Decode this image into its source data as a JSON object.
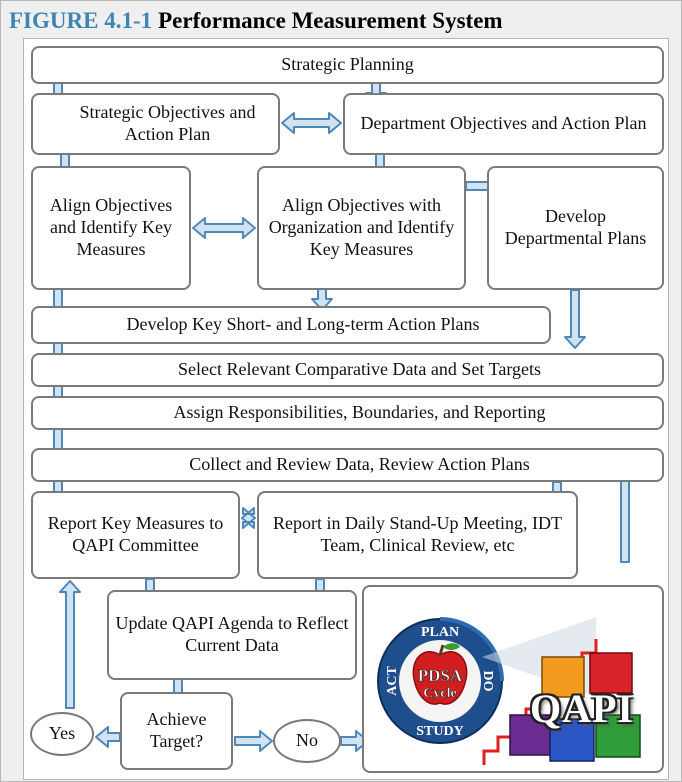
{
  "figure": {
    "label": "FIGURE 4.1-1",
    "title": "Performance Measurement System"
  },
  "nodes": {
    "strategic_planning": "Strategic Planning",
    "strategic_objectives": "Strategic Objectives and Action Plan",
    "department_objectives": "Department Objectives and Action Plan",
    "align_objectives": "Align Objectives and Identify Key Measures",
    "align_organization": "Align Objectives with Organization and Identify Key Measures",
    "develop_departmental": "Develop Departmental Plans",
    "develop_action_plans": "Develop Key Short- and Long-term Action Plans",
    "select_data": "Select Relevant Comparative Data and Set Targets",
    "assign_responsibilities": "Assign Responsibilities, Boundaries, and Reporting",
    "collect_review": "Collect and Review Data, Review Action Plans",
    "report_qapi": "Report Key Measures to QAPI Committee",
    "report_standup": "Report in Daily Stand-Up Meeting, IDT Team, Clinical Review, etc",
    "update_agenda": "Update QAPI Agenda to Reflect Current Data",
    "achieve_target": "Achieve Target?",
    "yes": "Yes",
    "no": "No"
  },
  "qapi_graphic": {
    "cycle_labels": [
      "PLAN",
      "DO",
      "STUDY",
      "ACT"
    ],
    "center_label_1": "PDSA",
    "center_label_2": "Cycle",
    "brand": "QAPI",
    "colors": {
      "ring": "#1e4e8c",
      "apple": "#d21e1e",
      "stairs": "#e02020",
      "cube_orange": "#f39a1f",
      "cube_red": "#d8232a",
      "cube_purple": "#6b2c91",
      "cube_blue": "#2a56c6",
      "cube_green": "#2f9e3a"
    }
  },
  "colors": {
    "figure_label": "#3d86b3",
    "arrow_fill": "#cfe3f3",
    "arrow_stroke": "#4f88b8",
    "box_border": "#7a7a7a"
  }
}
